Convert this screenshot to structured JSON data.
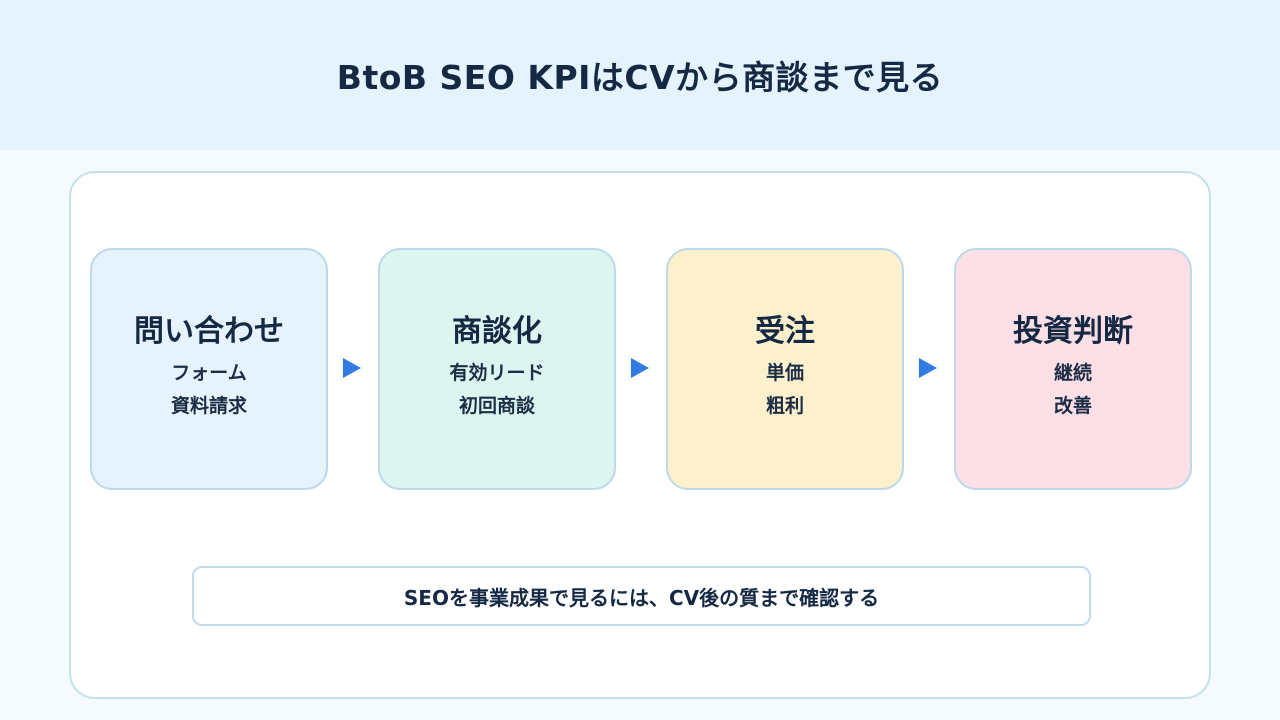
{
  "title": "BtoB SEO KPIはCVから商談まで見る",
  "steps": [
    {
      "title": "問い合わせ",
      "lines": [
        "フォーム",
        "資料請求"
      ],
      "color": "#e6f2fc"
    },
    {
      "title": "商談化",
      "lines": [
        "有効リード",
        "初回商談"
      ],
      "color": "#dcf5ee"
    },
    {
      "title": "受注",
      "lines": [
        "単価",
        "粗利"
      ],
      "color": "#fdf0cc"
    },
    {
      "title": "投資判断",
      "lines": [
        "継続",
        "改善"
      ],
      "color": "#fde0e5"
    }
  ],
  "arrow_color": "#2f7be2",
  "note": "SEOを事業成果で見るには、CV後の質まで確認する"
}
